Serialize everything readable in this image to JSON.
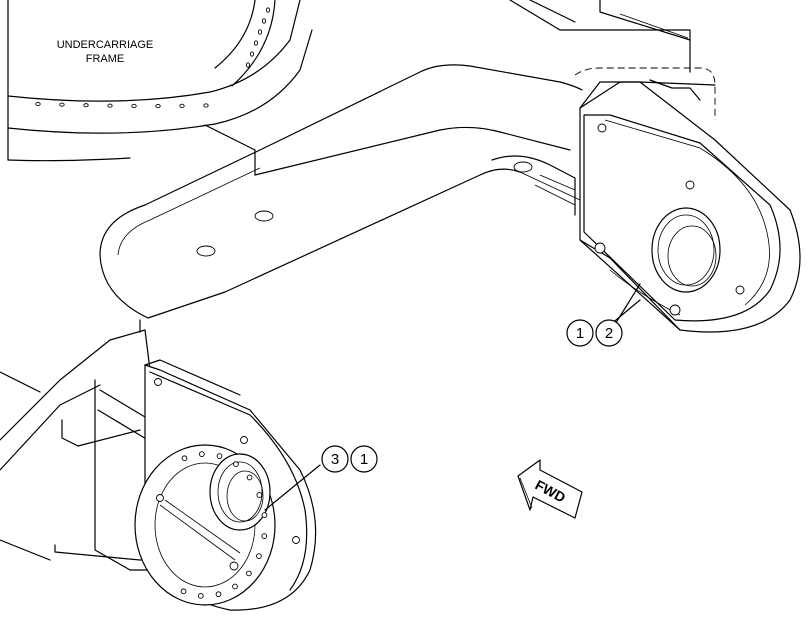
{
  "labels": {
    "frame_line1": "UNDERCARRIAGE",
    "frame_line2": "FRAME",
    "direction": "FWD"
  },
  "callouts": {
    "right_assembly": [
      "1",
      "2"
    ],
    "left_assembly": [
      "3",
      "1"
    ]
  }
}
